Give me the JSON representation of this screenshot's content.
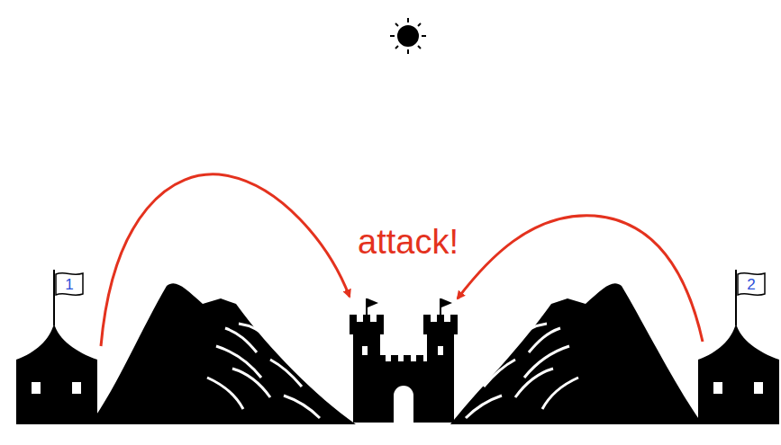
{
  "diagram": {
    "nodes": [
      {
        "text": [
          "1"
        ]
      },
      {
        "text": [
          "2"
        ]
      }
    ],
    "labels": [
      "attack!"
    ]
  }
}
